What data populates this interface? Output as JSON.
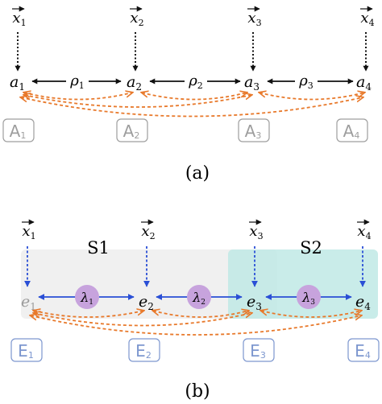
{
  "panel_a": {
    "caption": "(a)",
    "inputs": [
      "x",
      "x",
      "x",
      "x"
    ],
    "input_subs": [
      "1",
      "2",
      "3",
      "4"
    ],
    "nodes": [
      "a",
      "a",
      "a",
      "a"
    ],
    "node_subs": [
      "1",
      "2",
      "3",
      "4"
    ],
    "edges": [
      "ρ",
      "ρ",
      "ρ"
    ],
    "edge_subs": [
      "1",
      "2",
      "3"
    ],
    "boxes": [
      "A",
      "A",
      "A",
      "A"
    ],
    "box_subs": [
      "1",
      "2",
      "3",
      "4"
    ]
  },
  "panel_b": {
    "caption": "(b)",
    "groups": [
      "S1",
      "S2"
    ],
    "inputs": [
      "x",
      "x",
      "x",
      "x"
    ],
    "input_subs": [
      "1",
      "2",
      "3",
      "4"
    ],
    "nodes": [
      "e",
      "e",
      "e",
      "e"
    ],
    "node_subs": [
      "1",
      "2",
      "3",
      "4"
    ],
    "edges": [
      "λ",
      "λ",
      "λ"
    ],
    "edge_subs": [
      "1",
      "2",
      "3"
    ],
    "boxes": [
      "E",
      "E",
      "E",
      "E"
    ],
    "box_subs": [
      "1",
      "2",
      "3",
      "4"
    ]
  },
  "colors": {
    "black": "#111111",
    "orange": "#e8792b",
    "blue": "#2a4fd6",
    "gray_box": "#9e9e9e",
    "blue_box": "#7d97cf",
    "lambda_fill": "#c7a3dd",
    "s1_fill": "#eeeeee",
    "s2_fill": "#bfe9e5",
    "faded_node": "#9a9a9a"
  }
}
